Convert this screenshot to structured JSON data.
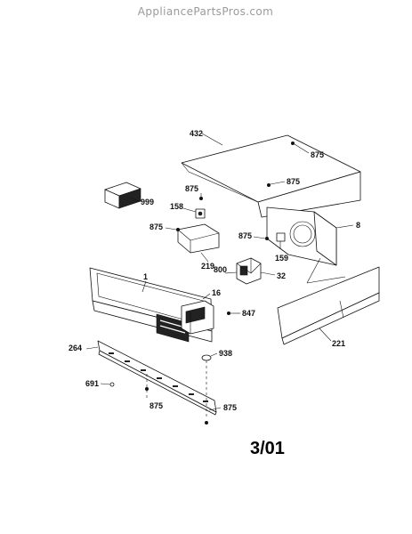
{
  "watermark": "AppliancePartsPros.com",
  "revision": "3/01",
  "callouts": {
    "c432": "432",
    "c875_top": "875",
    "c875_top2": "875",
    "c999": "999",
    "c875_a": "875",
    "c158": "158",
    "c8": "8",
    "c875_b": "875",
    "c875_c": "875",
    "c159": "159",
    "c219": "219",
    "c800": "800",
    "c32": "32",
    "c1": "1",
    "c16": "16",
    "c875_d": "875",
    "c847": "847",
    "c264": "264",
    "c938": "938",
    "c221": "221",
    "c691": "691",
    "c875_e": "875",
    "c875_f": "875"
  }
}
